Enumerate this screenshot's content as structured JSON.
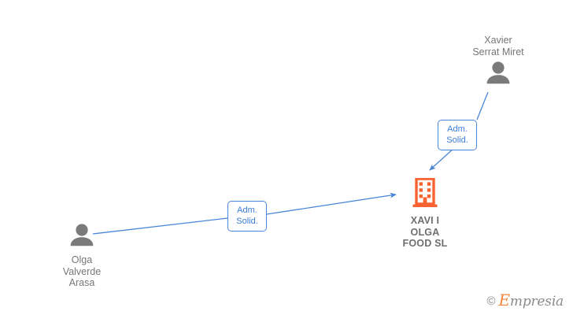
{
  "diagram": {
    "type": "corporate-relationship-graph",
    "background_color": "#ffffff",
    "nodes": [
      {
        "id": "xavier",
        "kind": "person",
        "icon": "person-icon",
        "icon_color": "#7a7a7a",
        "label": "Xavier\nSerrat Miret",
        "label_position": "above"
      },
      {
        "id": "olga",
        "kind": "person",
        "icon": "person-icon",
        "icon_color": "#7a7a7a",
        "label": "Olga\nValverde\nArasa",
        "label_position": "below"
      },
      {
        "id": "company",
        "kind": "company",
        "icon": "building-icon",
        "icon_color": "#f96332",
        "label": "XAVI I\nOLGA\nFOOD  SL",
        "label_position": "below"
      }
    ],
    "edges": [
      {
        "id": "edge-xavier-company",
        "from": "xavier",
        "to": "company",
        "label": "Adm.\nSolid.",
        "color": "#4a86d8"
      },
      {
        "id": "edge-olga-company",
        "from": "olga",
        "to": "company",
        "label": "Adm.\nSolid.",
        "color": "#4a86d8"
      }
    ],
    "edge_color": "#4a86d8",
    "label_box": {
      "border_color": "#4a86d8",
      "text_color": "#3b7dd8",
      "fill_color": "#ffffff"
    }
  },
  "watermark": {
    "copyright": "©",
    "brand_initial": "E",
    "brand_rest": "mpresia",
    "brand_color": "#f2863c",
    "text_color": "#8a8a8a"
  }
}
